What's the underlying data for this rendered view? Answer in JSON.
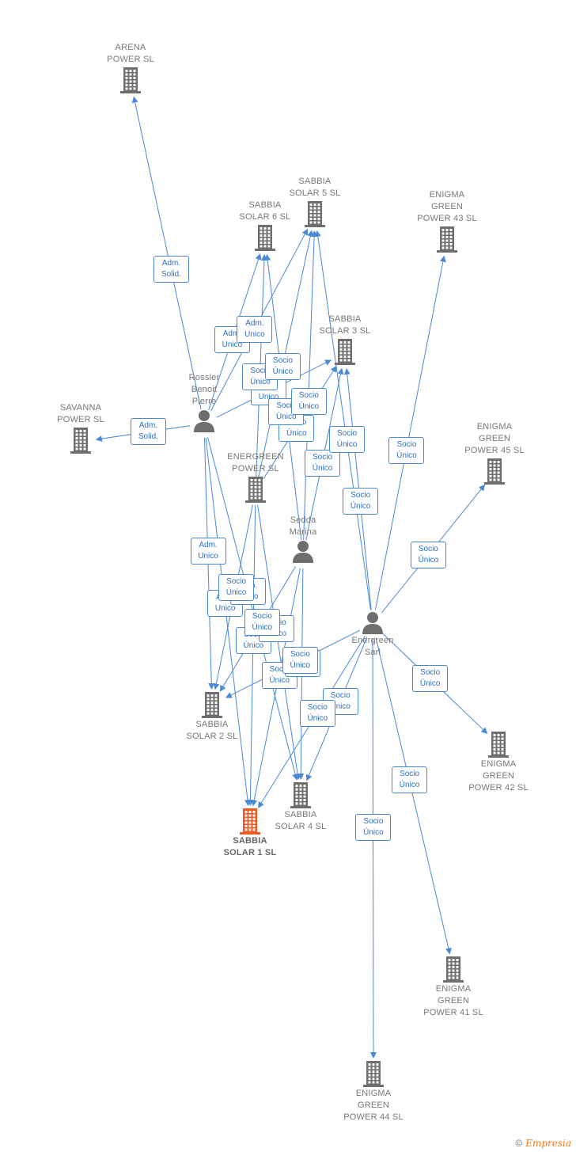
{
  "colors": {
    "edge": "#4a88d8",
    "label_border": "#4a88d8",
    "node_icon": "#6e6e6e",
    "focus_icon": "#f05a24",
    "text": "#777777"
  },
  "nodes": [
    {
      "id": "arena",
      "label": "ARENA\nPOWER  SL",
      "type": "company"
    },
    {
      "id": "ss6",
      "label": "SABBIA\nSOLAR 6  SL",
      "type": "company"
    },
    {
      "id": "ss5",
      "label": "SABBIA\nSOLAR 5  SL",
      "type": "company"
    },
    {
      "id": "eg43",
      "label": "ENIGMA\nGREEN\nPOWER 43  SL",
      "type": "company"
    },
    {
      "id": "ss3",
      "label": "SABBIA\nSOLAR 3  SL",
      "type": "company"
    },
    {
      "id": "rossier",
      "label": "Rossier\nBenoit\nPierre",
      "type": "person"
    },
    {
      "id": "savanna",
      "label": "SAVANNA\nPOWER  SL",
      "type": "company"
    },
    {
      "id": "energreen_power",
      "label": "ENERGREEN\nPOWER  SL",
      "type": "company"
    },
    {
      "id": "eg45",
      "label": "ENIGMA\nGREEN\nPOWER 45  SL",
      "type": "company"
    },
    {
      "id": "sedda",
      "label": "Sedda\nMarina",
      "type": "person"
    },
    {
      "id": "energreen_sarl",
      "label": "Energreen\nSarl",
      "type": "person"
    },
    {
      "id": "ss2",
      "label": "SABBIA\nSOLAR 2  SL",
      "type": "company"
    },
    {
      "id": "ss4",
      "label": "SABBIA\nSOLAR 4  SL",
      "type": "company"
    },
    {
      "id": "ss1",
      "label": "SABBIA\nSOLAR 1  SL",
      "type": "focus"
    },
    {
      "id": "eg42",
      "label": "ENIGMA\nGREEN\nPOWER 42  SL",
      "type": "company"
    },
    {
      "id": "eg41",
      "label": "ENIGMA\nGREEN\nPOWER 41  SL",
      "type": "company"
    },
    {
      "id": "eg44",
      "label": "ENIGMA\nGREEN\nPOWER 44  SL",
      "type": "company"
    }
  ],
  "edges": [
    {
      "from": "rossier",
      "to": "arena",
      "label": "Adm.\nSolid."
    },
    {
      "from": "rossier",
      "to": "savanna",
      "label": "Adm.\nSolid."
    },
    {
      "from": "rossier",
      "to": "ss6",
      "label": "Adm.\nUnico"
    },
    {
      "from": "rossier",
      "to": "ss5",
      "label": "Adm.\nUnico"
    },
    {
      "from": "rossier",
      "to": "ss3",
      "label": "Adm.\nUnico"
    },
    {
      "from": "rossier",
      "to": "ss2",
      "label": "Adm.\nUnico"
    },
    {
      "from": "rossier",
      "to": "ss1",
      "label": "Adm.\nUnico"
    },
    {
      "from": "rossier",
      "to": "ss4",
      "label": "Adm.\nUnico"
    },
    {
      "from": "energreen_power",
      "to": "ss6",
      "label": "Socio\nÚnico"
    },
    {
      "from": "energreen_power",
      "to": "ss5",
      "label": "Socio\nÚnico"
    },
    {
      "from": "energreen_power",
      "to": "ss2",
      "label": "Socio\nÚnico"
    },
    {
      "from": "energreen_power",
      "to": "ss1",
      "label": "Socio\nÚnico"
    },
    {
      "from": "energreen_power",
      "to": "ss4",
      "label": "Socio\nÚnico"
    },
    {
      "from": "energreen_power",
      "to": "ss3",
      "label": "Socio\nÚnico"
    },
    {
      "from": "sedda",
      "to": "ss6",
      "label": "Socio\nÚnico"
    },
    {
      "from": "sedda",
      "to": "ss5",
      "label": "Socio\nÚnico"
    },
    {
      "from": "sedda",
      "to": "ss3",
      "label": "Socio\nÚnico"
    },
    {
      "from": "sedda",
      "to": "ss2",
      "label": "Socio\nÚnico"
    },
    {
      "from": "sedda",
      "to": "ss1",
      "label": "Socio\nÚnico"
    },
    {
      "from": "sedda",
      "to": "ss4",
      "label": "Socio\nÚnico"
    },
    {
      "from": "energreen_sarl",
      "to": "ss5",
      "label": "Socio\nÚnico"
    },
    {
      "from": "energreen_sarl",
      "to": "ss3",
      "label": "Socio\nÚnico"
    },
    {
      "from": "energreen_sarl",
      "to": "eg43",
      "label": "Socio\nÚnico"
    },
    {
      "from": "energreen_sarl",
      "to": "eg45",
      "label": "Socio\nÚnico"
    },
    {
      "from": "energreen_sarl",
      "to": "ss2",
      "label": "Socio\nÚnico"
    },
    {
      "from": "energreen_sarl",
      "to": "ss4",
      "label": "Socio\nÚnico"
    },
    {
      "from": "energreen_sarl",
      "to": "ss1",
      "label": "Socio\nÚnico"
    },
    {
      "from": "energreen_sarl",
      "to": "eg42",
      "label": "Socio\nÚnico"
    },
    {
      "from": "energreen_sarl",
      "to": "eg41",
      "label": "Socio\nÚnico"
    },
    {
      "from": "energreen_sarl",
      "to": "eg44",
      "label": "Socio\nÚnico"
    }
  ],
  "footer": {
    "copyright": "©",
    "brand": "Empresia"
  }
}
